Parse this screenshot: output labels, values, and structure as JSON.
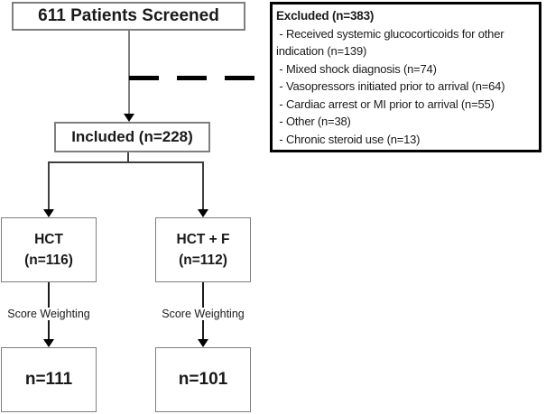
{
  "screened": {
    "label": "611 Patients Screened"
  },
  "excluded": {
    "title": "Excluded (n=383)",
    "items": [
      " - Received systemic glucocorticoids for other\nindication (n=139)",
      " - Mixed shock diagnosis (n=74)",
      " - Vasopressors initiated prior to arrival (n=64)",
      " - Cardiac arrest or MI prior to arrival (n=55)",
      " - Other (n=38)",
      " - Chronic steroid use (n=13)"
    ]
  },
  "included": {
    "label": "Included (n=228)"
  },
  "arms": {
    "left": {
      "line1": "HCT",
      "line2": "(n=116)"
    },
    "right": {
      "line1": "HCT + F",
      "line2": "(n=112)"
    }
  },
  "weighting": {
    "left_label": "Score Weighting",
    "right_label": "Score Weighting"
  },
  "finals": {
    "left": {
      "label": "n=111"
    },
    "right": {
      "label": "n=101"
    }
  },
  "colors": {
    "box_border": "#7f7f7f",
    "excluded_border": "#000000",
    "connector_gray": "#808080",
    "connector_dark": "#404040",
    "arrow_black": "#1a1a1a",
    "background": "#ffffff",
    "text": "#1a1a1a"
  }
}
